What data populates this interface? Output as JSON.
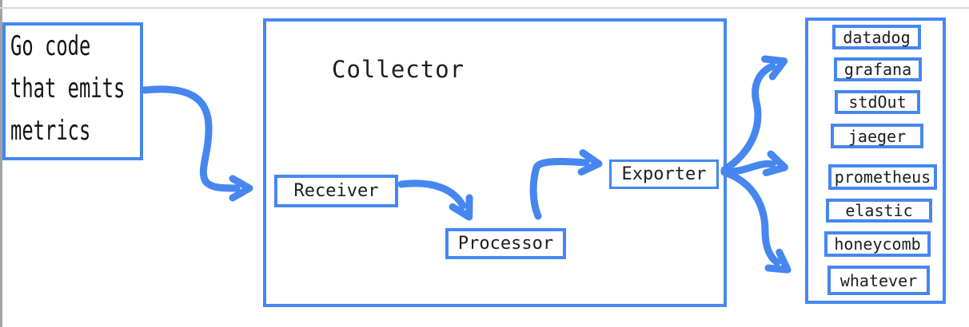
{
  "diagram": {
    "source": {
      "label": "Go code\nthat emits\nmetrics"
    },
    "collector": {
      "title": "Collector",
      "receiver_label": "Receiver",
      "processor_label": "Processor",
      "exporter_label": "Exporter"
    },
    "destinations": {
      "items": [
        {
          "label": "datadog"
        },
        {
          "label": "grafana"
        },
        {
          "label": "stdOut"
        },
        {
          "label": "jaeger"
        },
        {
          "label": "prometheus"
        },
        {
          "label": "elastic"
        },
        {
          "label": "honeycomb"
        },
        {
          "label": "whatever"
        }
      ]
    },
    "colors": {
      "accent_blue": "#4687ef",
      "ink": "#1d1d1d",
      "window_edge_gray": "#a3a3a3",
      "top_rule_gray": "#d9d9d9"
    }
  }
}
